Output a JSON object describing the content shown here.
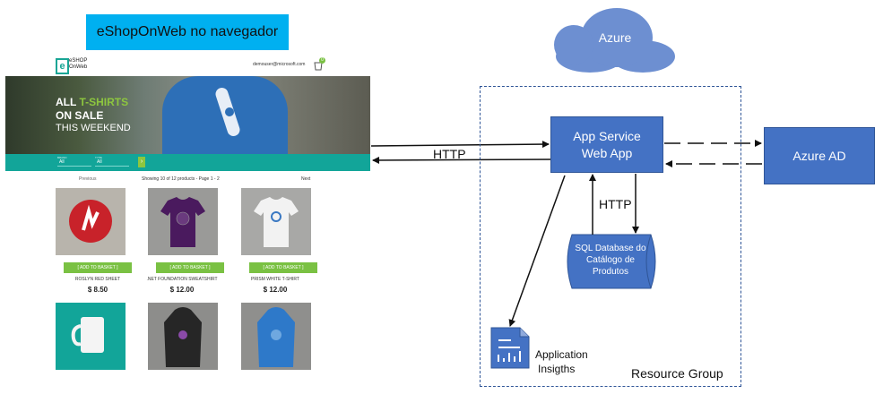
{
  "title": "eShopOnWeb no navegador",
  "browser": {
    "logo_letter": "e",
    "logo_line1": "eSHOP",
    "logo_line2": "OnWeb",
    "user_email": "demouser@microsoft.com",
    "basket_count": "0",
    "hero": {
      "line1_prefix": "ALL ",
      "line1_highlight": "T-SHIRTS",
      "line2": "ON SALE",
      "line3": "THIS WEEKEND"
    },
    "filters": [
      {
        "label": "BRAND",
        "value": "All"
      },
      {
        "label": "TYPE",
        "value": "All"
      }
    ],
    "filter_go_icon": "chevron-right-icon",
    "pager": {
      "previous": "Previous",
      "info": "Showing 10 of 12 products - Page 1 - 2",
      "next": "Next"
    },
    "add_label": "[ ADD TO BASKET ]",
    "products": [
      {
        "name": "ROSLYN RED SHEET",
        "price": "$ 8.50",
        "image_color": "#b8b4ac",
        "art": "red-badge"
      },
      {
        "name": ".NET FOUNDATION SWEATSHIRT",
        "price": "$ 12.00",
        "image_color": "#9a9a98",
        "art": "purple-tshirt"
      },
      {
        "name": "PRISM WHITE T-SHIRT",
        "price": "$ 12.00",
        "image_color": "#a8a8a6",
        "art": "white-tshirt"
      },
      {
        "art": "white-mug",
        "image_color": "#12a599"
      },
      {
        "art": "black-hoodie",
        "image_color": "#8d8d8b"
      },
      {
        "art": "blue-hoodie",
        "image_color": "#8f8f8d"
      }
    ]
  },
  "azure": {
    "cloud_label": "Azure",
    "app_service_line1": "App Service",
    "app_service_line2": "Web App",
    "azure_ad": "Azure AD",
    "sql_line1": "SQL Database do",
    "sql_line2": "Catálogo de",
    "sql_line3": "Produtos",
    "http_browser": "HTTP",
    "http_db": "HTTP",
    "insights_line1": "Application",
    "insights_line2": "Insigths",
    "resource_group": "Resource Group"
  },
  "colors": {
    "title_banner": "#00b0f0",
    "azure_blue": "#4472c4",
    "cloud": "#6d8fd1",
    "teal": "#12a599",
    "shop_green": "#7ac143"
  }
}
